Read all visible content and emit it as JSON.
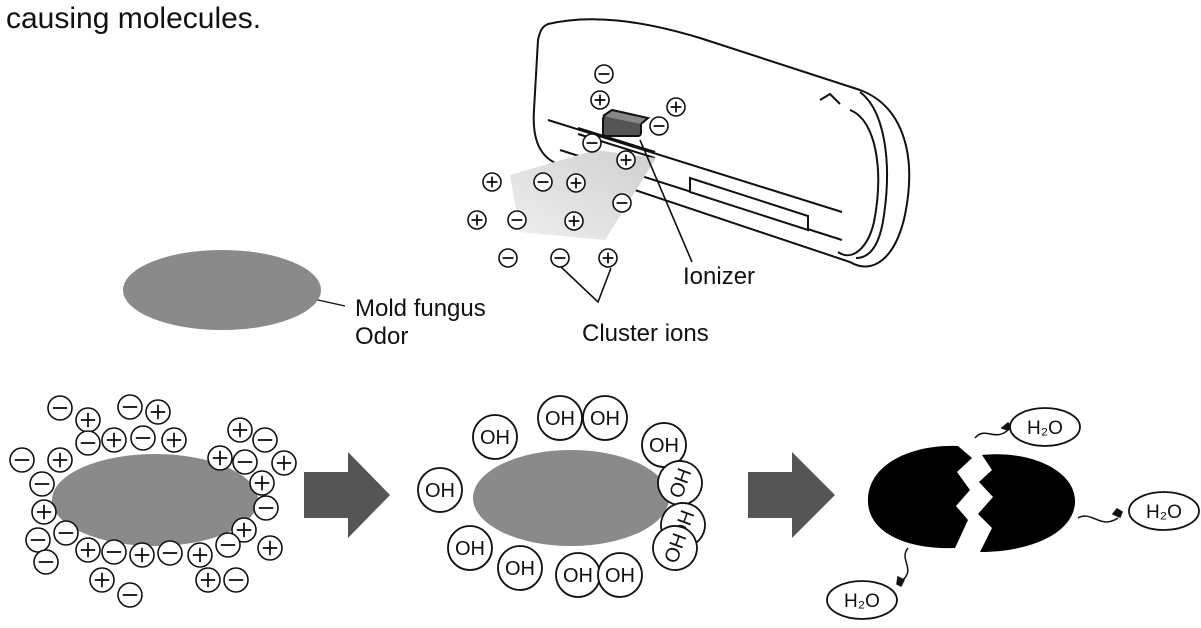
{
  "caption": "causing molecules.",
  "labels": {
    "ionizer": "Ionizer",
    "mold": "Mold fungus",
    "odor": "Odor",
    "cluster_ions": "Cluster ions"
  },
  "molecules": {
    "oh": "OH",
    "h2o": "H₂O"
  },
  "colors": {
    "particle": "#8a8a8a",
    "broken_particle": "#000000",
    "arrow": "#555555",
    "ion_outline": "#111111"
  }
}
